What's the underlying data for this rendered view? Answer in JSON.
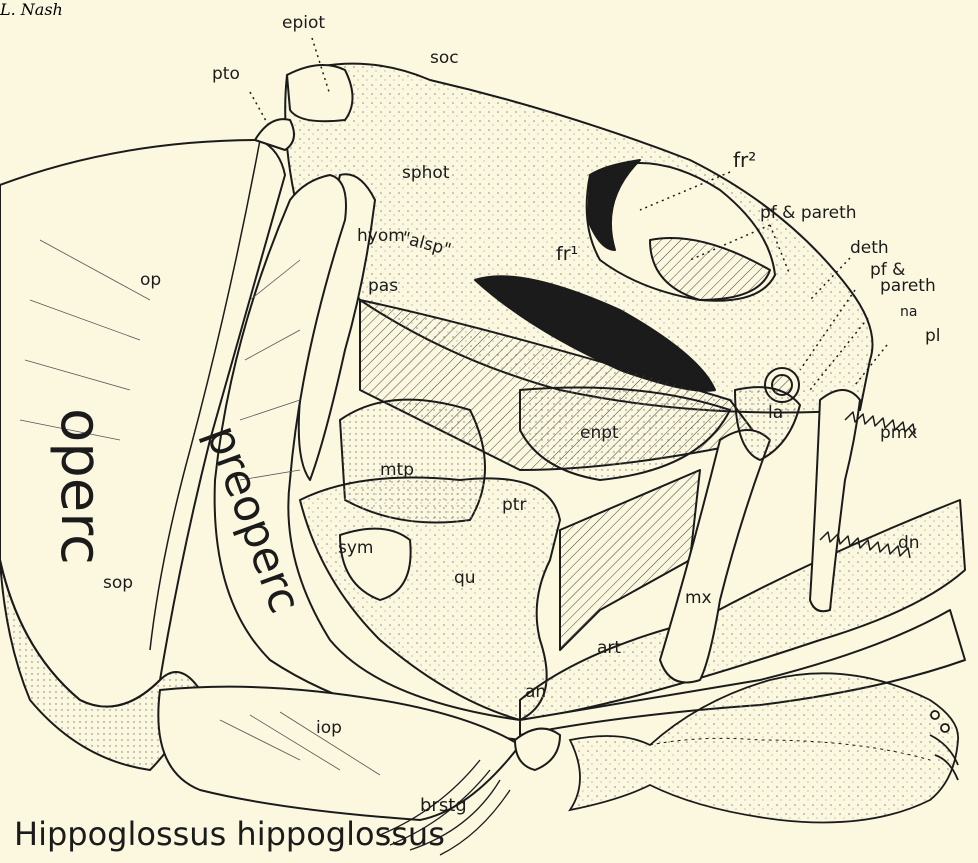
{
  "title": "Hippoglossus hippoglossus",
  "signature": "L. Nash",
  "labels": {
    "epiot": "epiot",
    "soc": "soc",
    "pto": "pto",
    "sphot": "sphot",
    "fr2": "fr²",
    "pf_pareth_1": "pf & pareth",
    "deth": "deth",
    "pf_pareth_2a": "pf &",
    "pf_pareth_2b": "pareth",
    "na": "na",
    "pl": "pl",
    "hyom": "hyom",
    "alsp": "\"alsp\"",
    "fr1": "fr¹",
    "op": "op",
    "pas": "pas",
    "la": "la",
    "pmx": "pmx",
    "enpt": "enpt",
    "mtp": "mtp",
    "operc": "operc",
    "preoperc": "preoperc",
    "ptr": "ptr",
    "dn": "dn",
    "sym": "sym",
    "qu": "qu",
    "mx": "mx",
    "sop": "sop",
    "art": "art",
    "an": "an",
    "iop": "iop",
    "brstg": "brstg"
  }
}
